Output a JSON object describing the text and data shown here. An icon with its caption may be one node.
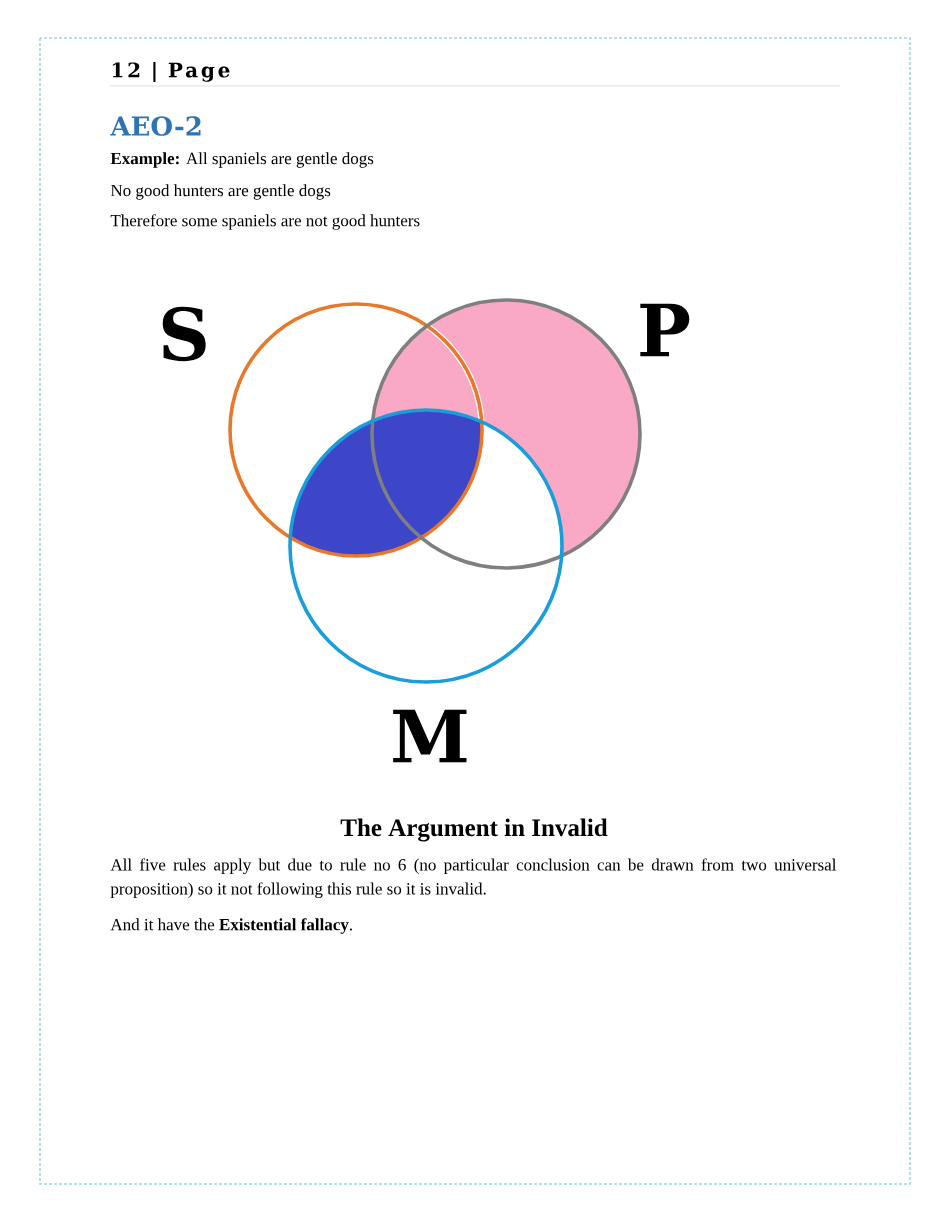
{
  "diagram": {
    "title": "AEO-2",
    "nodes": [
      {
        "text": [
          "S"
        ]
      },
      {
        "text": [
          "P"
        ]
      },
      {
        "text": [
          "M"
        ]
      }
    ],
    "labels": [
      "12 | Page",
      "**Example:** All spaniels are gentle dogs",
      "No good hunters are gentle dogs",
      "Therefore some spaniels are not good hunters",
      "The Argument in Invalid",
      "All five rules apply but due to rule no 6 (no particular conclusion can be drawn from two universal proposition) so it not following this rule so it is invalid.",
      "And it have the **Existential fallacy**."
    ]
  }
}
